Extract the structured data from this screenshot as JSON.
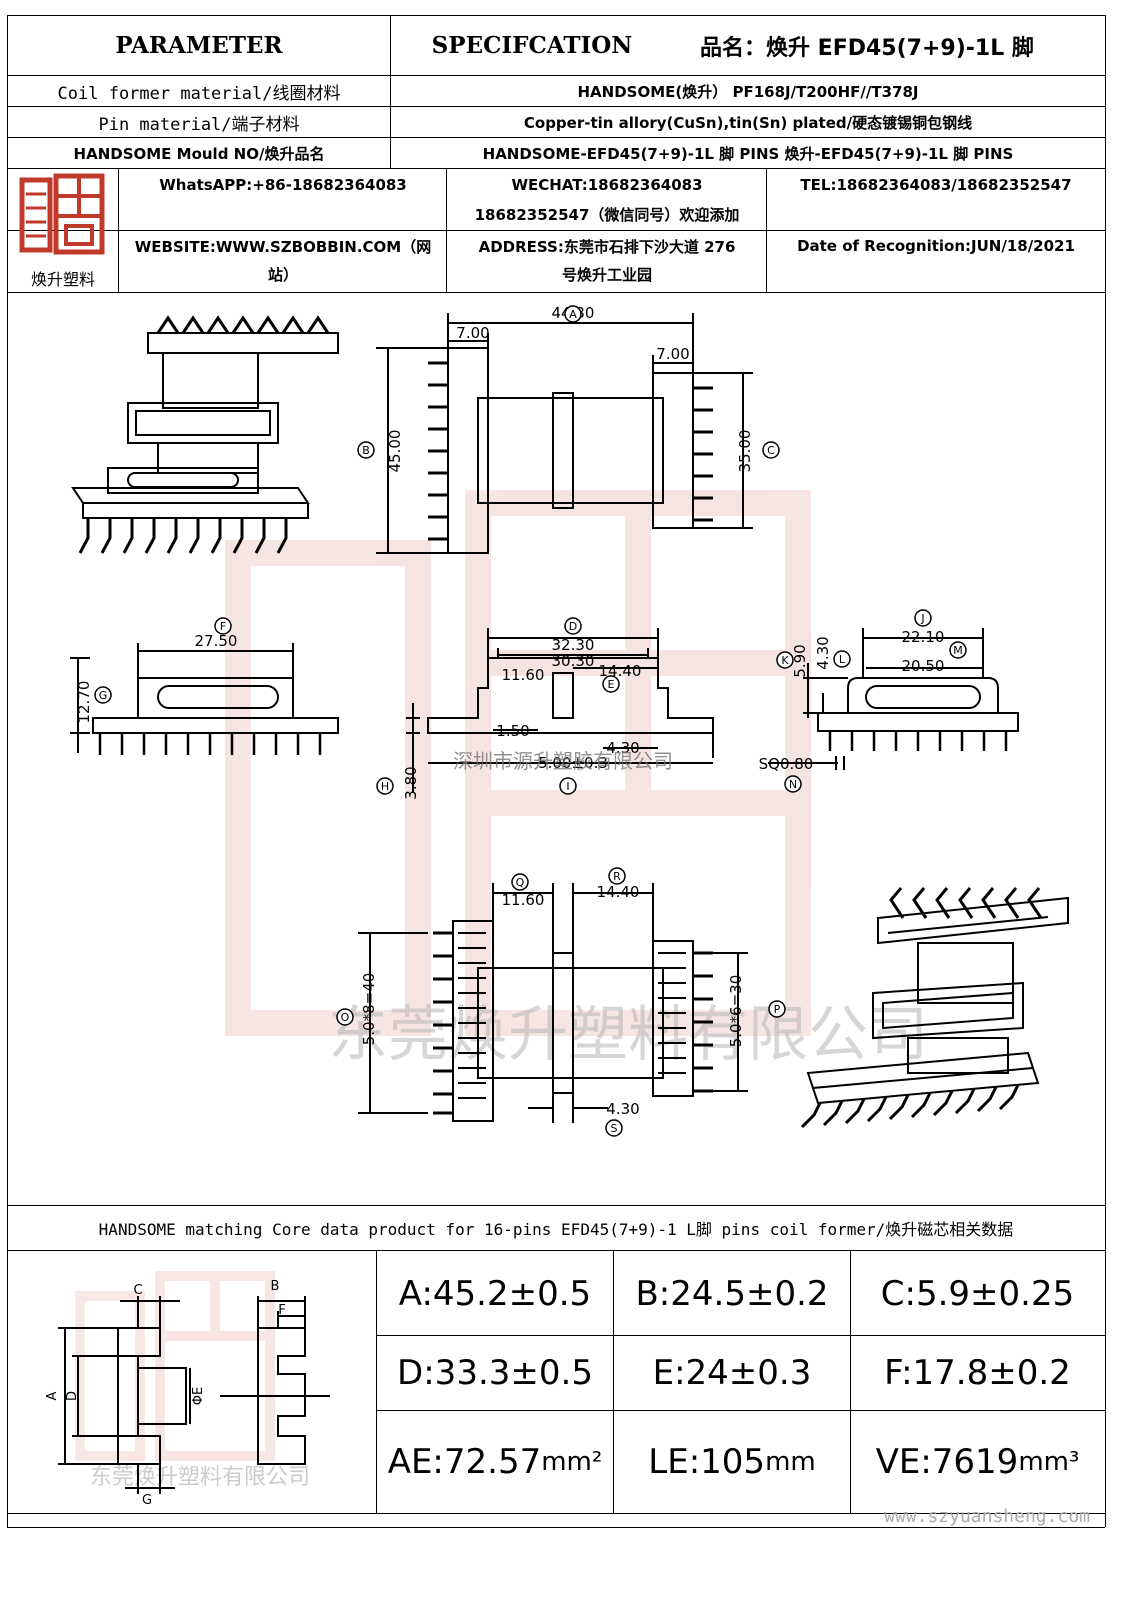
{
  "header": {
    "parameter": "PARAMETER",
    "specification": "SPECIFCATION",
    "product_name": "品名：焕升 EFD45(7+9)-1L 脚"
  },
  "rows": [
    {
      "label": "Coil former material/线圈材料",
      "value": "HANDSOME(焕升）  PF168J/T200HF//T378J"
    },
    {
      "label": "Pin material/端子材料",
      "value": "Copper-tin allory(CuSn),tin(Sn) plated/硬态镀锡铜包钢线"
    },
    {
      "label": "HANDSOME Mould NO/焕升品名",
      "value": "HANDSOME-EFD45(7+9)-1L 脚 PINS    焕升-EFD45(7+9)-1L  脚 PINS"
    }
  ],
  "contact": {
    "logo_caption": "焕升塑料",
    "whatsapp": "WhatsAPP:+86-18682364083",
    "wechat_line1": "WECHAT:18682364083",
    "wechat_line2": "18682352547（微信同号）欢迎添加",
    "tel": "TEL:18682364083/18682352547",
    "website_line1": "WEBSITE:WWW.SZBOBBIN.COM（网",
    "website_line2": "站）",
    "address_line1": "ADDRESS:东莞市石排下沙大道 276",
    "address_line2": "号焕升工业园",
    "date": "Date of Recognition:JUN/18/2021"
  },
  "drawing": {
    "dims": {
      "A": "44.30",
      "B": "45.00",
      "C": "35.00",
      "top_left_7": "7.00",
      "top_right_7": "7.00",
      "F": "27.50",
      "G": "12.70",
      "D": "32.30",
      "D2": "30.30",
      "E": "14.40",
      "e_11": "11.60",
      "dim_150": "1.50",
      "dim_430": "4.30",
      "I": "5.00±0.3",
      "H": "3.80",
      "K": "5.90",
      "L": "4.30",
      "J": "22.10",
      "M": "20.50",
      "N": "SQ0.80",
      "Q": "11.60",
      "R": "14.40",
      "O": "5.0*8=40",
      "P": "5.0*6=30",
      "S": "4.30"
    },
    "labels": [
      "A",
      "B",
      "C",
      "D",
      "E",
      "F",
      "G",
      "H",
      "I",
      "J",
      "K",
      "L",
      "M",
      "N",
      "O",
      "P",
      "Q",
      "R",
      "S"
    ],
    "watermark_center": "深圳市源升塑胶有限公司",
    "watermark_big": "东莞焕升塑料有限公司"
  },
  "core": {
    "title": "HANDSOME matching Core data  product for 16-pins EFD45(7+9)-1 L脚 pins coil former/焕升磁芯相关数据",
    "diagram_labels": {
      "A": "A",
      "B": "B",
      "C": "C",
      "D": "D",
      "E": "ΦE",
      "F": "F",
      "G": "G"
    },
    "diagram_watermark": "东莞焕升塑料有限公司",
    "values": [
      {
        "text": "A:45.2±0.5",
        "unit": ""
      },
      {
        "text": "B:24.5±0.2",
        "unit": ""
      },
      {
        "text": "C:5.9±0.25",
        "unit": ""
      },
      {
        "text": "D:33.3±0.5",
        "unit": ""
      },
      {
        "text": "E:24±0.3",
        "unit": ""
      },
      {
        "text": "F:17.8±0.2",
        "unit": ""
      },
      {
        "text": "AE:72.57",
        "unit": "mm²"
      },
      {
        "text": "LE:105",
        "unit": "mm"
      },
      {
        "text": "VE:7619",
        "unit": "mm³"
      }
    ]
  },
  "footer": {
    "url": "www.szyuansheng.com"
  }
}
